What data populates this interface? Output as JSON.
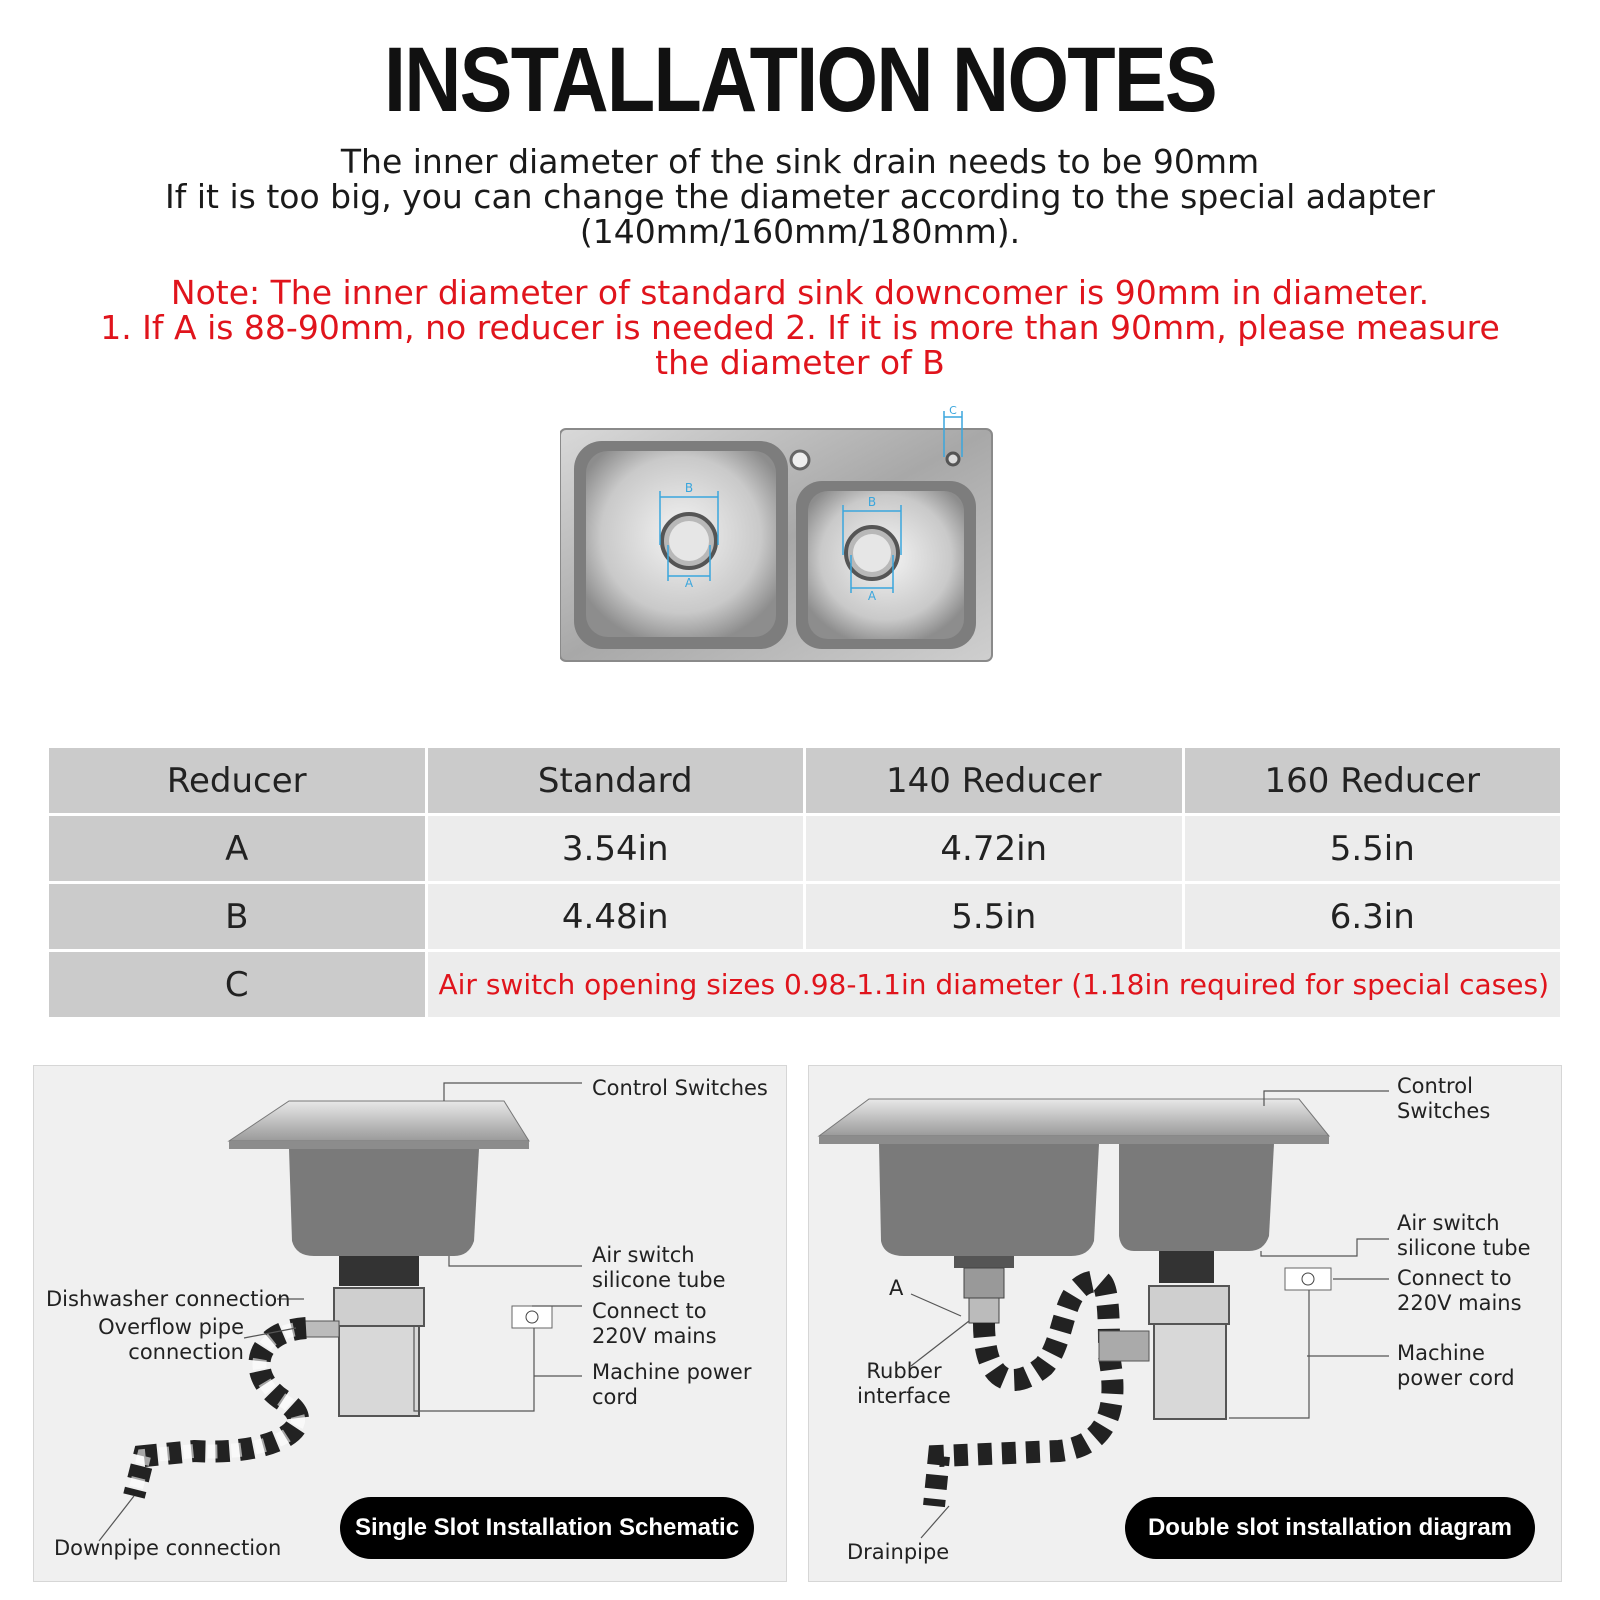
{
  "header": {
    "title": "INSTALLATION NOTES",
    "intro_lines": [
      "The inner diameter of the sink drain needs to be 90mm",
      "If it is too big, you can change the diameter according to the special adapter",
      "(140mm/160mm/180mm)."
    ],
    "note_lines": [
      "Note: The inner diameter of standard sink downcomer is 90mm in diameter.",
      "1. If A is 88-90mm, no reducer is needed 2. If it is more than 90mm, please measure",
      "the diameter of B"
    ]
  },
  "sink_diagram": {
    "labels": {
      "a": "A",
      "b": "B",
      "c": "C"
    },
    "dimension_color": "#3aa6dd"
  },
  "table": {
    "headers": [
      "Reducer",
      "Standard",
      "140 Reducer",
      "160 Reducer"
    ],
    "rows": [
      {
        "label": "A",
        "values": [
          "3.54in",
          "4.72in",
          "5.5in"
        ]
      },
      {
        "label": "B",
        "values": [
          "4.48in",
          "5.5in",
          "6.3in"
        ]
      }
    ],
    "row_c": {
      "label": "C",
      "text": "Air switch opening sizes 0.98-1.1in diameter (1.18in required for special cases)"
    }
  },
  "single_panel": {
    "labels": {
      "control_switches": "Control Switches",
      "air_tube": "Air switch silicone tube",
      "connect_mains": "Connect to 220V mains",
      "power_cord": "Machine power cord",
      "dishwasher": "Dishwasher connection",
      "overflow": "Overflow pipe connection",
      "downpipe": "Downpipe connection"
    },
    "caption": "Single Slot Installation Schematic"
  },
  "double_panel": {
    "labels": {
      "control_switches": "Control Switches",
      "air_tube": "Air switch silicone tube",
      "connect_mains": "Connect to 220V mains",
      "power_cord": "Machine power cord",
      "a": "A",
      "rubber": "Rubber interface",
      "drainpipe": "Drainpipe"
    },
    "caption": "Double slot installation diagram"
  },
  "colors": {
    "note_red": "#e0141c",
    "table_header_gray": "#cbcbcb",
    "table_cell_gray": "#ececec",
    "panel_bg": "#f0f0f0",
    "caption_bg": "#000000"
  }
}
